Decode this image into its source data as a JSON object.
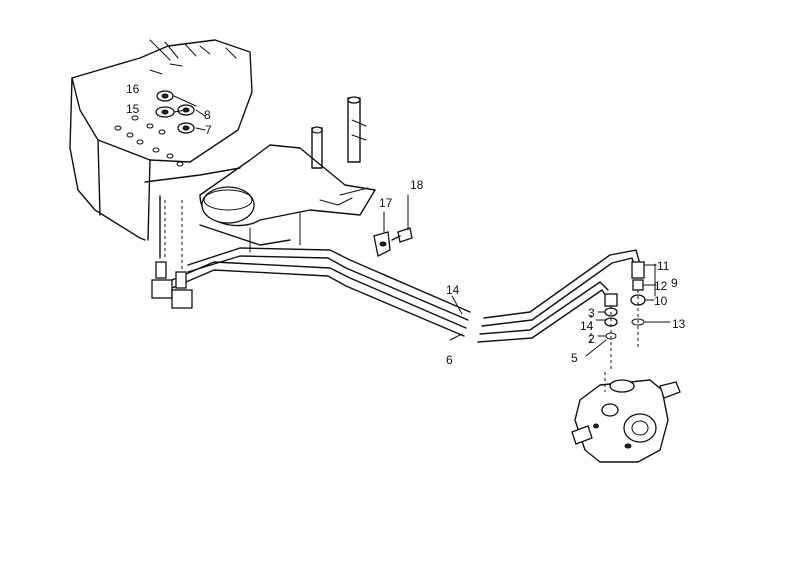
{
  "diagram": {
    "callouts": [
      {
        "id": "c16",
        "text": "16"
      },
      {
        "id": "c15",
        "text": "15"
      },
      {
        "id": "c8",
        "text": "8"
      },
      {
        "id": "c7",
        "text": "7"
      },
      {
        "id": "c18",
        "text": "18"
      },
      {
        "id": "c17",
        "text": "17"
      },
      {
        "id": "c11",
        "text": "11"
      },
      {
        "id": "c9",
        "text": "9"
      },
      {
        "id": "c12",
        "text": "12"
      },
      {
        "id": "c10",
        "text": "10"
      },
      {
        "id": "c13",
        "text": "13"
      },
      {
        "id": "c14a",
        "text": "14"
      },
      {
        "id": "c3",
        "text": "3"
      },
      {
        "id": "c14b",
        "text": "14"
      },
      {
        "id": "c2",
        "text": "2"
      },
      {
        "id": "c5",
        "text": "5"
      },
      {
        "id": "c6",
        "text": "6"
      }
    ]
  }
}
